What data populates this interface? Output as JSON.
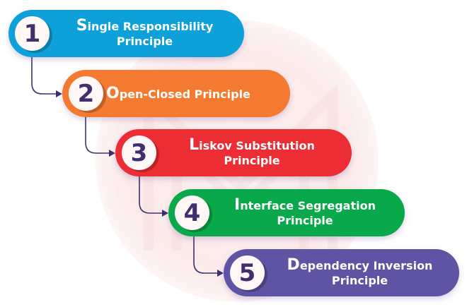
{
  "title": "SOLID Principles",
  "colors": {
    "step1": "#0ea1d9",
    "step2": "#f47a32",
    "step3": "#ec2d34",
    "step4": "#09a84b",
    "step5": "#5f53a4",
    "badge_text": "#3f2f6e",
    "connector": "#3f2f6e"
  },
  "steps": [
    {
      "number": "1",
      "initial": "S",
      "line1_rest": "ingle Responsibility",
      "line2": "Principle"
    },
    {
      "number": "2",
      "initial": "O",
      "line1_rest": "pen-Closed Principle",
      "line2": ""
    },
    {
      "number": "3",
      "initial": "L",
      "line1_rest": "iskov Substitution",
      "line2": "Principle"
    },
    {
      "number": "4",
      "initial": "I",
      "line1_rest": "nterface Segregation",
      "line2": "Principle"
    },
    {
      "number": "5",
      "initial": "D",
      "line1_rest": "ependency Inversion",
      "line2": "Principle"
    }
  ]
}
